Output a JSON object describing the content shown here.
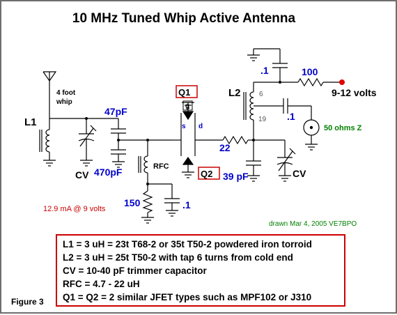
{
  "title": "10 MHz Tuned Whip Active Antenna",
  "figure_label": "Figure 3",
  "colors": {
    "wire": "#000000",
    "value_label": "#0000cc",
    "note": "#cc0000",
    "credit": "#008000",
    "box_border": "#cc0000",
    "output_dot": "#dd0000"
  },
  "antenna": {
    "label_line1": "4 foot",
    "label_line2": "whip"
  },
  "components": {
    "L1": "L1",
    "CV_left": "CV",
    "C_47pF": "47pF",
    "C_470pF": "470pF",
    "RFC": "RFC",
    "R_150": "150",
    "C_bias": ".1",
    "Q1": "Q1",
    "Q2": "Q2",
    "gate_label": "g",
    "source_label": "s",
    "drain_label": "d",
    "R_22": "22",
    "C_39pF": "39 pF",
    "CV_right": "CV",
    "L2": "L2",
    "L2_tap": "6",
    "L2_turns": "19",
    "C_supply": ".1",
    "R_100": "100",
    "supply": "9-12 volts",
    "C_out": ".1",
    "output": "50 ohms Z"
  },
  "current_note": "12.9 mA @ 9 volts",
  "credit": "drawn Mar 4, 2005  VE7BPO",
  "specs": [
    "L1 = 3 uH = 23t T68-2 or 35t T50-2 powdered iron torroid",
    "L2 = 3 uH = 25t T50-2 with tap 6 turns from cold end",
    "CV = 10-40 pF trimmer capacitor",
    "RFC = 4.7 - 22 uH",
    "Q1 = Q2 = 2 similar JFET types such as MPF102 or J310"
  ]
}
